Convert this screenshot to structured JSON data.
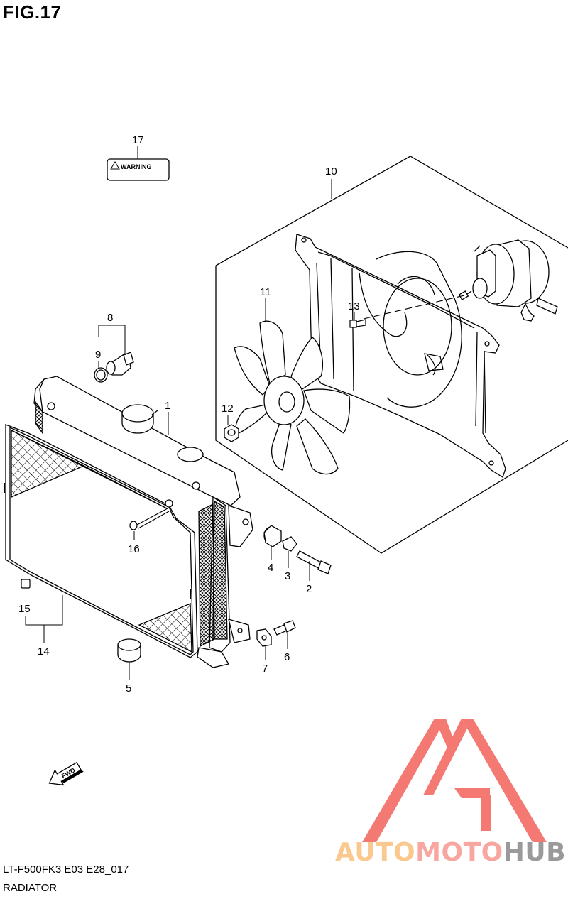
{
  "header": {
    "figure_label": "FIG.17"
  },
  "callouts": [
    {
      "num": "1",
      "part": "radiator"
    },
    {
      "num": "2",
      "part": "bolt"
    },
    {
      "num": "3",
      "part": "collar"
    },
    {
      "num": "4",
      "part": "cushion"
    },
    {
      "num": "5",
      "part": "cushion"
    },
    {
      "num": "6",
      "part": "bolt"
    },
    {
      "num": "7",
      "part": "nut"
    },
    {
      "num": "8",
      "part": "thermo switch"
    },
    {
      "num": "9",
      "part": "o-ring"
    },
    {
      "num": "10",
      "part": "cooling fan assy"
    },
    {
      "num": "11",
      "part": "fan blade"
    },
    {
      "num": "12",
      "part": "nut"
    },
    {
      "num": "13",
      "part": "screw"
    },
    {
      "num": "14",
      "part": "radiator screen"
    },
    {
      "num": "15",
      "part": "clip"
    },
    {
      "num": "16",
      "part": "screw"
    },
    {
      "num": "17",
      "part": "warning label"
    }
  ],
  "label_sticker": {
    "text": "WARNING"
  },
  "direction_arrow": {
    "text": "FWD"
  },
  "footer": {
    "model_code": "LT-F500FK3 E03 E28_017",
    "title": "RADIATOR"
  },
  "watermark": {
    "parts": [
      "AUTO",
      "MOTO",
      "HUB"
    ],
    "colors": {
      "auto": "#fbc98f",
      "moto": "#f7a79f",
      "hub": "#9a9a9a",
      "triangle": "#f26b63"
    }
  }
}
